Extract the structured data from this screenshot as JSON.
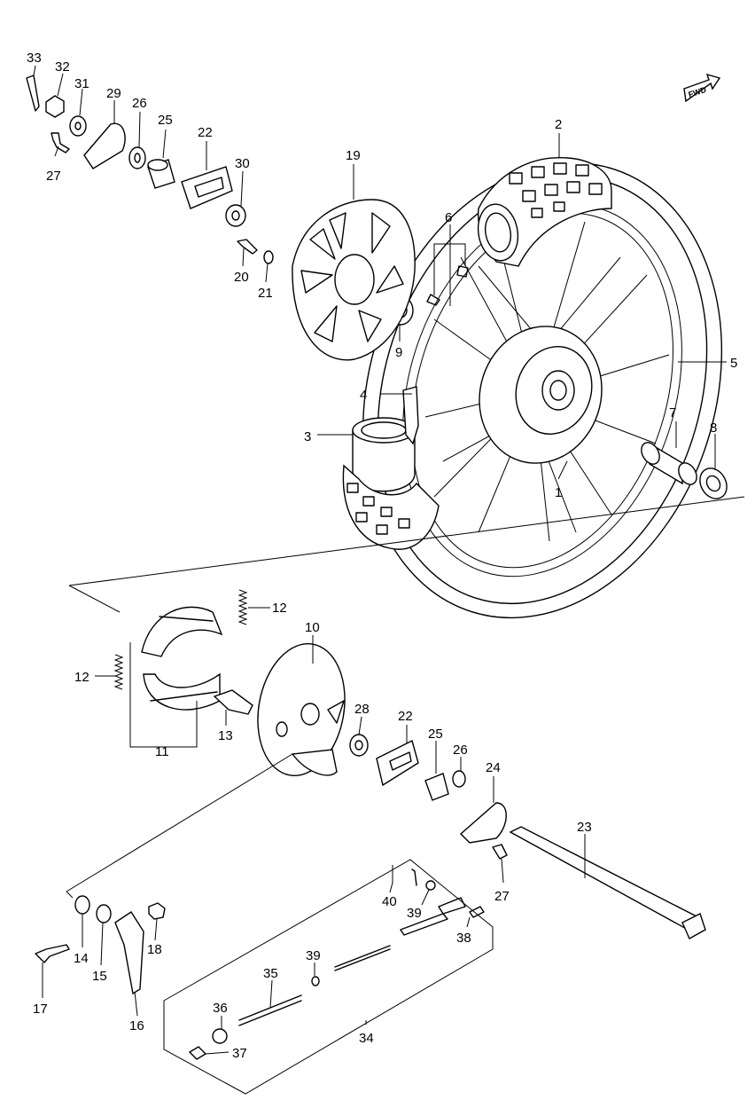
{
  "fwd_label": "FWD",
  "callouts": [
    {
      "id": "c1",
      "text": "1"
    },
    {
      "id": "c2",
      "text": "2"
    },
    {
      "id": "c3",
      "text": "3"
    },
    {
      "id": "c4",
      "text": "4"
    },
    {
      "id": "c5",
      "text": "5"
    },
    {
      "id": "c6",
      "text": "6"
    },
    {
      "id": "c7",
      "text": "7"
    },
    {
      "id": "c8",
      "text": "8"
    },
    {
      "id": "c9",
      "text": "9"
    },
    {
      "id": "c10",
      "text": "10"
    },
    {
      "id": "c11",
      "text": "11"
    },
    {
      "id": "c12a",
      "text": "12"
    },
    {
      "id": "c12b",
      "text": "12"
    },
    {
      "id": "c13",
      "text": "13"
    },
    {
      "id": "c14",
      "text": "14"
    },
    {
      "id": "c15",
      "text": "15"
    },
    {
      "id": "c16",
      "text": "16"
    },
    {
      "id": "c17",
      "text": "17"
    },
    {
      "id": "c18",
      "text": "18"
    },
    {
      "id": "c19",
      "text": "19"
    },
    {
      "id": "c20",
      "text": "20"
    },
    {
      "id": "c21",
      "text": "21"
    },
    {
      "id": "c22a",
      "text": "22"
    },
    {
      "id": "c22b",
      "text": "22"
    },
    {
      "id": "c23",
      "text": "23"
    },
    {
      "id": "c24",
      "text": "24"
    },
    {
      "id": "c25a",
      "text": "25"
    },
    {
      "id": "c25b",
      "text": "25"
    },
    {
      "id": "c26a",
      "text": "26"
    },
    {
      "id": "c26b",
      "text": "26"
    },
    {
      "id": "c27a",
      "text": "27"
    },
    {
      "id": "c27b",
      "text": "27"
    },
    {
      "id": "c28",
      "text": "28"
    },
    {
      "id": "c29",
      "text": "29"
    },
    {
      "id": "c30",
      "text": "30"
    },
    {
      "id": "c31",
      "text": "31"
    },
    {
      "id": "c32",
      "text": "32"
    },
    {
      "id": "c33",
      "text": "33"
    },
    {
      "id": "c34",
      "text": "34"
    },
    {
      "id": "c35",
      "text": "35"
    },
    {
      "id": "c36",
      "text": "36"
    },
    {
      "id": "c37",
      "text": "37"
    },
    {
      "id": "c38",
      "text": "38"
    },
    {
      "id": "c39a",
      "text": "39"
    },
    {
      "id": "c39b",
      "text": "39"
    },
    {
      "id": "c40",
      "text": "40"
    }
  ]
}
